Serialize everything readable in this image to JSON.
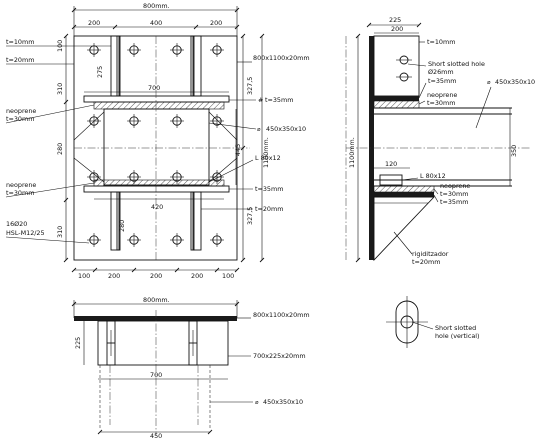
{
  "front": {
    "dim_top_total": "800mm.",
    "dim_top_left": "200",
    "dim_top_mid": "400",
    "dim_top_right": "200",
    "plate_label": "800x1100x20mm",
    "t10": "t=10mm",
    "t20a": "t=20mm",
    "d275": "275",
    "d100_left": "100",
    "d700": "700",
    "t35a": "t=35mm",
    "t35a_prefix": "#",
    "d310a": "310",
    "neoprene_top": "neoprene",
    "neoprene_top_t": "t=30mm",
    "tube_label": "450x350x10",
    "d280a": "280",
    "d445": "445",
    "d1100": "1100mm.",
    "d3275a": "327,5",
    "d3275b": "327,5",
    "angle_label": "L 80x12",
    "neoprene_bot": "neoprene",
    "neoprene_bot_t": "t=30mm",
    "t35b": "t=35mm",
    "d420": "420",
    "t20b": "t=20mm",
    "d310b": "310",
    "d280b": "280",
    "bolts_count": "16Ø20",
    "bolts_type": "HSL-M12/25",
    "bottom_dims": [
      "100",
      "200",
      "200",
      "200",
      "100"
    ]
  },
  "side": {
    "d225": "225",
    "d200": "200",
    "t10": "t=10mm",
    "slot_title": "Short slotted hole",
    "slot_dia": "Ø26mm",
    "t35a": "t=35mm",
    "neoprene": "neoprene",
    "neoprene_t": "t=30mm",
    "tube_label": "450x350x10",
    "d1100": "1100mm.",
    "d350": "350",
    "d120": "120",
    "angle_label": "L 80x12",
    "neoprene2": "neoprene",
    "neoprene2_t": "t=30mm",
    "t35b": "t=35mm",
    "stiffener_label": "rigiditzador",
    "stiffener_t": "t=20mm"
  },
  "plan": {
    "dim_total": "800mm.",
    "plate_label": "800x1100x20mm",
    "d225": "225",
    "angle_plate_label": "700x225x20mm",
    "d700": "700",
    "tube_label": "450x350x10",
    "d450": "450"
  },
  "detail": {
    "label_line1": "Short slotted",
    "label_line2": "hole (vertical)"
  }
}
